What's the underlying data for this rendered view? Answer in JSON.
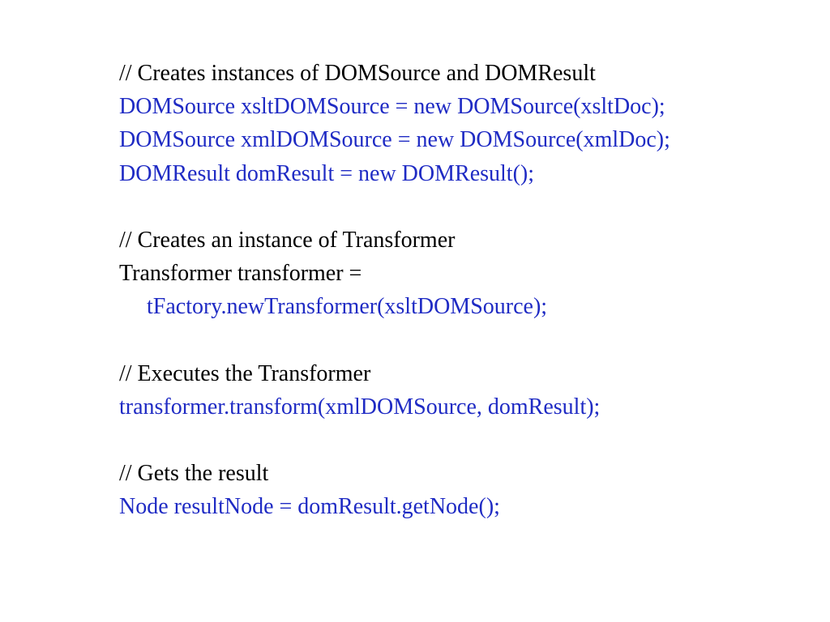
{
  "colors": {
    "comment": "#000000",
    "code": "#1f2bc4",
    "background": "#ffffff"
  },
  "lines": [
    {
      "kind": "comment",
      "text": "// Creates instances of DOMSource and DOMResult"
    },
    {
      "kind": "code",
      "text": "DOMSource xsltDOMSource = new DOMSource(xsltDoc);"
    },
    {
      "kind": "code",
      "text": "DOMSource xmlDOMSource = new DOMSource(xmlDoc);"
    },
    {
      "kind": "code",
      "text": "DOMResult domResult = new DOMResult();"
    },
    {
      "kind": "blank",
      "text": ""
    },
    {
      "kind": "comment",
      "text": "// Creates an instance of Transformer"
    },
    {
      "kind": "plain",
      "text": "Transformer transformer ="
    },
    {
      "kind": "code",
      "text": "tFactory.newTransformer(xsltDOMSource);"
    },
    {
      "kind": "blank",
      "text": ""
    },
    {
      "kind": "comment",
      "text": "// Executes the Transformer"
    },
    {
      "kind": "code",
      "text": "transformer.transform(xmlDOMSource, domResult);"
    },
    {
      "kind": "blank",
      "text": ""
    },
    {
      "kind": "comment",
      "text": "// Gets the result"
    },
    {
      "kind": "code",
      "text": "Node resultNode = domResult.getNode();"
    }
  ]
}
